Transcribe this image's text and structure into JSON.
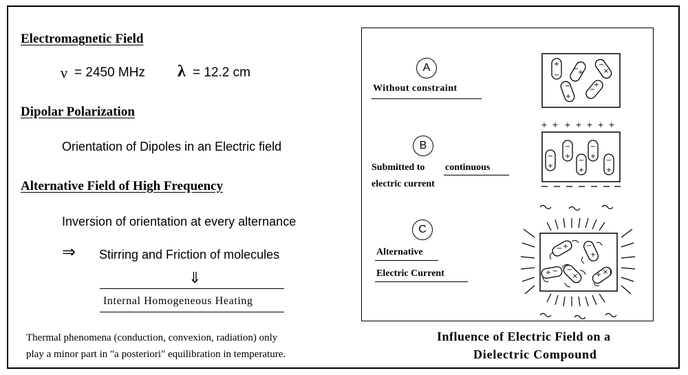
{
  "left": {
    "em_field_heading": "Electromagnetic Field",
    "nu_symbol": "ν",
    "nu_value": "= 2450 MHz",
    "lambda_symbol": "λ",
    "lambda_value": "= 12.2 cm",
    "dipolar_heading": "Dipolar Polarization",
    "dipolar_text": "Orientation of Dipoles in an Electric field",
    "alt_field_heading": "Alternative Field of High Frequency",
    "inversion_text": "Inversion of orientation at every alternance",
    "arrow_right": "⇒",
    "stirring_text": "Stirring and Friction of molecules",
    "arrow_down": "⇓",
    "heating_text": "Internal Homogeneous Heating",
    "thermal_line1": "Thermal phenomena (conduction, convexion, radiation) only",
    "thermal_line2": "play a minor part in \"a posteriori\" equilibration in temperature."
  },
  "right": {
    "a_letter": "A",
    "a_label": "Without constraint",
    "b_letter": "B",
    "b_label_1": "Submitted to",
    "b_label_2": "continuous",
    "b_label_3": "electric current",
    "c_letter": "C",
    "c_label_1": "Alternative",
    "c_label_2": "Electric Current",
    "caption_line1": "Influence of Electric Field on a",
    "caption_line2": "Dielectric Compound"
  }
}
